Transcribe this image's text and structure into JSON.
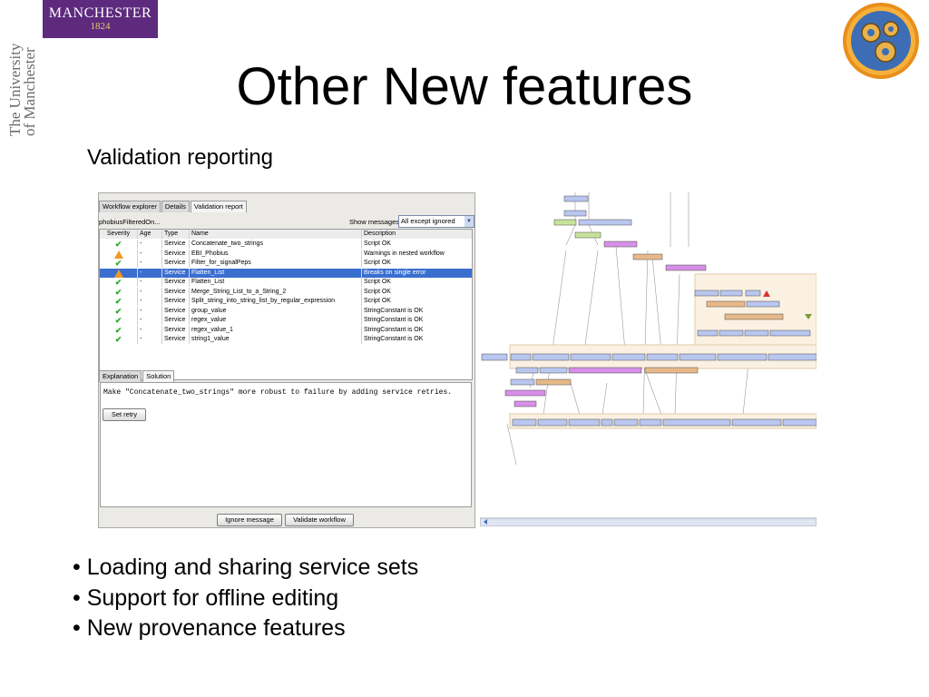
{
  "branding": {
    "logo_line1": "MANCHESTER",
    "logo_line2": "1824",
    "vertical_name": "The University of Manchester"
  },
  "title": "Other New features",
  "subtitle": "Validation reporting",
  "validation_panel": {
    "tabs": [
      "Workflow explorer",
      "Details",
      "Validation report"
    ],
    "active_tab": "Validation report",
    "workflow_name": "phobiusFilteredOn...",
    "show_messages_label": "Show messages:",
    "show_messages_value": "All except ignored",
    "columns": [
      "Severity",
      "Age",
      "Type",
      "Name",
      "Description"
    ],
    "rows": [
      {
        "severity": "ok",
        "age": "-",
        "type": "Service",
        "name": "Concatenate_two_strings",
        "description": "Script OK"
      },
      {
        "severity": "warning",
        "age": "-",
        "type": "Service",
        "name": "EBI_Phobius",
        "description": "Warnings in nested workflow"
      },
      {
        "severity": "ok",
        "age": "-",
        "type": "Service",
        "name": "Filter_for_signalPeps",
        "description": "Script OK"
      },
      {
        "severity": "warning",
        "age": "-",
        "type": "Service",
        "name": "Flatten_List",
        "description": "Breaks on single error",
        "selected": true
      },
      {
        "severity": "ok",
        "age": "-",
        "type": "Service",
        "name": "Flatten_List",
        "description": "Script OK"
      },
      {
        "severity": "ok",
        "age": "-",
        "type": "Service",
        "name": "Merge_String_List_to_a_String_2",
        "description": "Script OK"
      },
      {
        "severity": "ok",
        "age": "-",
        "type": "Service",
        "name": "Split_string_into_string_list_by_regular_expression",
        "description": "Script OK"
      },
      {
        "severity": "ok",
        "age": "-",
        "type": "Service",
        "name": "group_value",
        "description": "StringConstant is OK"
      },
      {
        "severity": "ok",
        "age": "-",
        "type": "Service",
        "name": "regex_value",
        "description": "StringConstant is OK"
      },
      {
        "severity": "ok",
        "age": "-",
        "type": "Service",
        "name": "regex_value_1",
        "description": "StringConstant is OK"
      },
      {
        "severity": "ok",
        "age": "-",
        "type": "Service",
        "name": "string1_value",
        "description": "StringConstant is OK"
      }
    ],
    "bottom_tabs": [
      "Explanation",
      "Solution"
    ],
    "solution_text": "Make \"Concatenate_two_strings\" more robust to failure by adding service retries.",
    "set_retry_label": "Set retry",
    "ignore_label": "Ignore message",
    "validate_label": "Validate workflow"
  },
  "colors": {
    "accent": "#5d2a7e",
    "selection": "#3a6fd0",
    "ok": "#2fa62f",
    "warning": "#f09a23"
  },
  "bullets": [
    "• Loading and sharing service sets",
    "• Support for offline editing",
    "• New provenance features"
  ]
}
